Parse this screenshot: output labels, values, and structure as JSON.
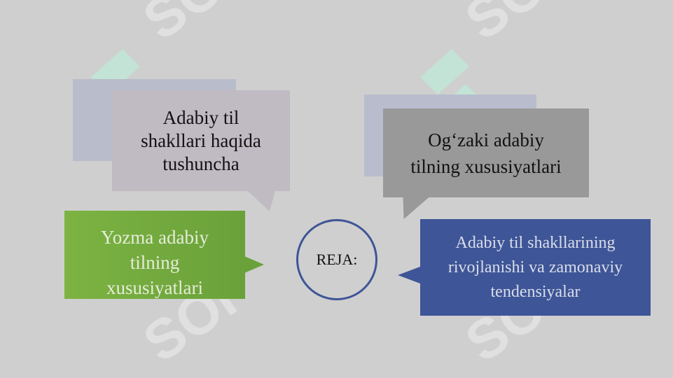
{
  "center": {
    "label": "REJA:"
  },
  "topics": {
    "top_left": "Adabiy til\nshakllari haqida\ntushuncha",
    "top_right": "Og‘zaki adabiy\ntilning xususiyatlari",
    "left": "Yozma adabiy\ntilning\nxususiyatlari",
    "right": "Adabiy til shakllarining\nrivojlanishi va zamonaviy\ntendensiyalar"
  },
  "colors": {
    "background": "#cfcfcf",
    "top_left_box": "#c0bac3",
    "top_right_box": "#999999",
    "left_box": "#7cb342",
    "right_box": "#3e5597",
    "circle_border": "#3e5597"
  }
}
